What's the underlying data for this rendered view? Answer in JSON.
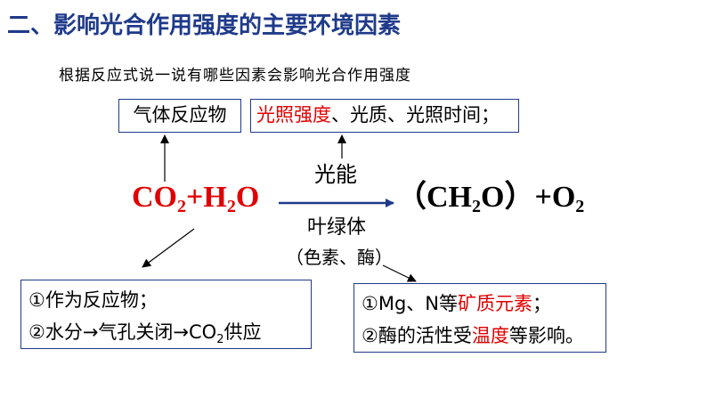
{
  "title": "二、影响光合作用强度的主要环境因素",
  "subtitle": "根据反应式说一说有哪些因素会影响光合作用强度",
  "gas_box": "气体反应物",
  "light_box": {
    "highlight": "光照强度",
    "rest": "、光质、光照时间；"
  },
  "equation": {
    "left": {
      "co": "CO",
      "two": "2",
      "plus": "+H",
      "h_sub": "2",
      "o": "O"
    },
    "right": {
      "open": "（CH",
      "sub1": "2",
      "mid": "O）+O",
      "sub2": "2"
    }
  },
  "light_energy": "光能",
  "chlorophyll": "叶绿体",
  "pigment_enzyme": "（色素、酶）",
  "water_box": {
    "line1": "①作为反应物；",
    "line2_a": "②水分→气孔关闭→CO",
    "line2_sub": "2",
    "line2_b": "供应"
  },
  "mineral_box": {
    "line1_a": "①Mg、N等",
    "line1_red": "矿质元素",
    "line1_b": "；",
    "line2_a": "②酶的活性受",
    "line2_red": "温度",
    "line2_b": "等影响。"
  },
  "colors": {
    "title": "#1f3a8a",
    "highlight": "#e00000",
    "box_border": "#1f3a8a",
    "arrow": "#1f3a8a"
  }
}
